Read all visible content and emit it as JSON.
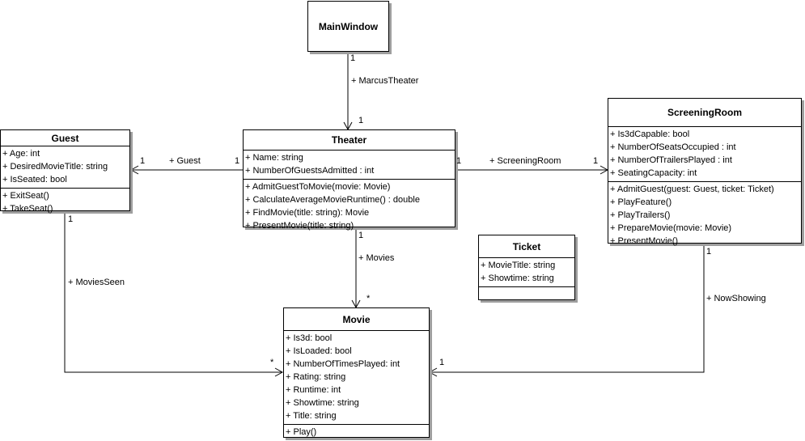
{
  "classes": {
    "main_window": {
      "name": "MainWindow"
    },
    "theater": {
      "name": "Theater",
      "attributes": [
        "+ Name: string",
        "+ NumberOfGuestsAdmitted : int"
      ],
      "operations": [
        "+ AdmitGuestToMovie(movie: Movie)",
        "+ CalculateAverageMovieRuntime() : double",
        "+ FindMovie(title: string): Movie",
        "+ PresentMovie(title: string)"
      ]
    },
    "guest": {
      "name": "Guest",
      "attributes": [
        "+ Age: int",
        "+ DesiredMovieTitle: string",
        "+ IsSeated: bool"
      ],
      "operations": [
        "+ ExitSeat()",
        "+ TakeSeat()"
      ]
    },
    "screening_room": {
      "name": "ScreeningRoom",
      "attributes": [
        "+ Is3dCapable: bool",
        "+ NumberOfSeatsOccupied : int",
        "+ NumberOfTrailersPlayed : int",
        "+ SeatingCapacity: int"
      ],
      "operations": [
        "+ AdmitGuest(guest: Guest, ticket: Ticket)",
        "+ PlayFeature()",
        "+ PlayTrailers()",
        "+ PrepareMovie(movie: Movie)",
        "+ PresentMovie()"
      ]
    },
    "ticket": {
      "name": "Ticket",
      "attributes": [
        "+ MovieTitle: string",
        "+ Showtime: string"
      ],
      "operations": []
    },
    "movie": {
      "name": "Movie",
      "attributes": [
        "+ Is3d: bool",
        "+ IsLoaded: bool",
        "+ NumberOfTimesPlayed: int",
        "+ Rating: string",
        "+ Runtime: int",
        "+ Showtime: string",
        "+ Title: string"
      ],
      "operations": [
        "+ Play()"
      ]
    }
  },
  "associations": {
    "marcus_theater": {
      "role": "+ MarcusTheater",
      "source_mult": "1",
      "target_mult": "1"
    },
    "guest": {
      "role": "+ Guest",
      "source_mult": "1",
      "target_mult": "1"
    },
    "screening_room": {
      "role": "+ ScreeningRoom",
      "source_mult": "1",
      "target_mult": "1"
    },
    "movies": {
      "role": "+ Movies",
      "source_mult": "1",
      "target_mult": "*"
    },
    "movies_seen": {
      "role": "+ MoviesSeen",
      "source_mult": "1",
      "target_mult": "*"
    },
    "now_showing": {
      "role": "+ NowShowing",
      "source_mult": "1",
      "target_mult": "1"
    }
  },
  "colors": {
    "line": "#000000",
    "shadow": "#9e9e9e",
    "background": "#ffffff"
  }
}
